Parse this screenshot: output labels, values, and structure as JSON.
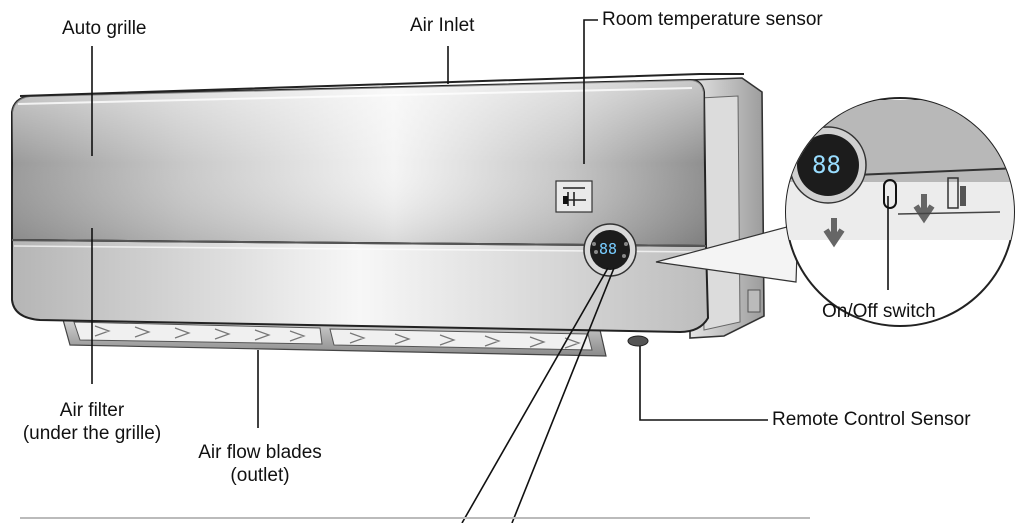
{
  "labels": {
    "auto_grille": "Auto grille",
    "air_inlet": "Air Inlet",
    "room_temp_sensor": "Room temperature sensor",
    "on_off_switch": "On/Off switch",
    "air_filter_line1": "Air filter",
    "air_filter_line2": "(under the grille)",
    "air_flow_blades_line1": "Air flow blades",
    "air_flow_blades_line2": "(outlet)",
    "remote_control_sensor": "Remote Control Sensor"
  },
  "display_readout": "88",
  "colors": {
    "ink": "#111111",
    "panel_dark": "#8e8e8e",
    "panel_light": "#f2f2f2",
    "display": "#1c1c1c"
  }
}
